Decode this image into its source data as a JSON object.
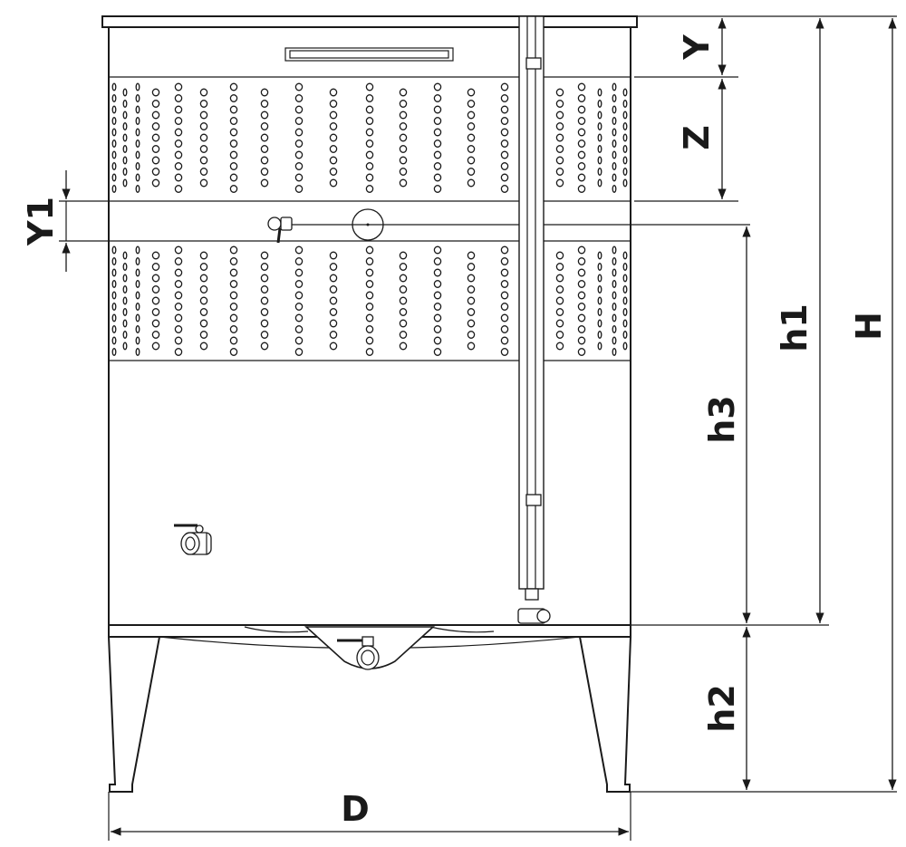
{
  "labels": {
    "y": "Y",
    "z": "Z",
    "y1": "Y1",
    "h1": "h1",
    "h": "H",
    "h3": "h3",
    "h2": "h2",
    "d": "D"
  },
  "colors": {
    "line": "#1a1a1a",
    "background": "#ffffff"
  },
  "icons": [
    "ball-valve-icon",
    "tap-icon",
    "manhole-icon",
    "level-indicator-icon"
  ]
}
